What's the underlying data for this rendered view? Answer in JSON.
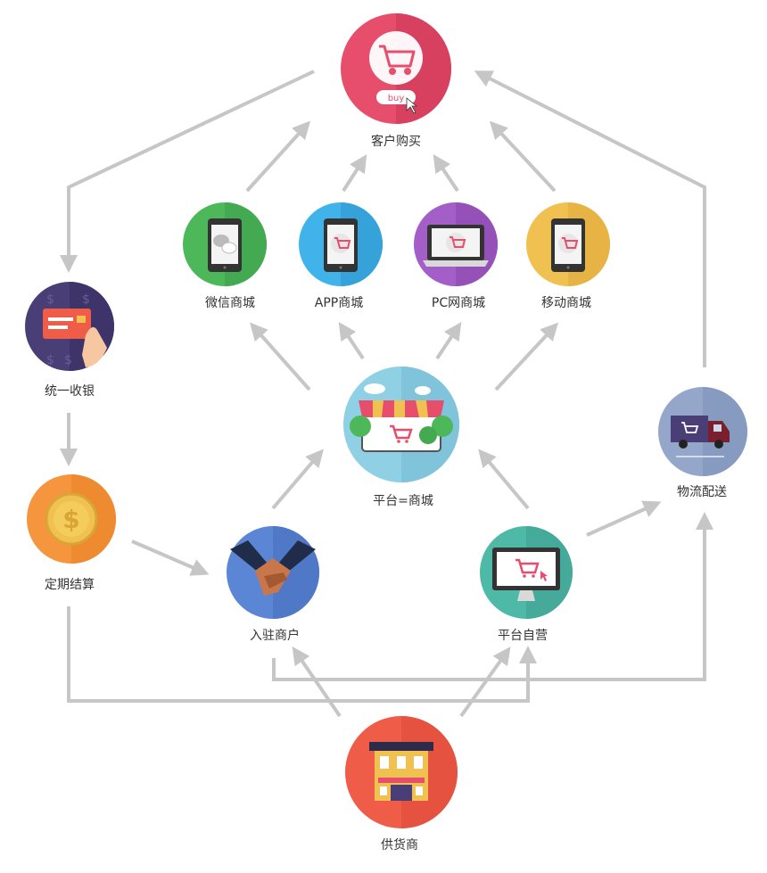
{
  "nodes": {
    "customer_purchase": "客户购买",
    "buy_button": "buy",
    "wechat_mall": "微信商城",
    "app_mall": "APP商城",
    "pc_mall": "PC网商城",
    "mobile_mall": "移动商城",
    "platform_mall": "平台=商城",
    "unified_checkout": "统一收银",
    "settlement": "定期结算",
    "merchants": "入驻商户",
    "self_operated": "平台自营",
    "logistics": "物流配送",
    "supplier": "供货商"
  },
  "colors": {
    "arrow": "#c6c6c6",
    "customer": "#e64e6c",
    "wechat": "#4cb85a",
    "app": "#3fb3ea",
    "pc": "#a45ec7",
    "mobile": "#f0c050",
    "platform": "#8fd0e4",
    "checkout": "#4a3e77",
    "settlement": "#f5963e",
    "merchants": "#5b86d6",
    "self_operated": "#4fb9a8",
    "logistics": "#94a6c9",
    "supplier": "#ef5d48"
  }
}
